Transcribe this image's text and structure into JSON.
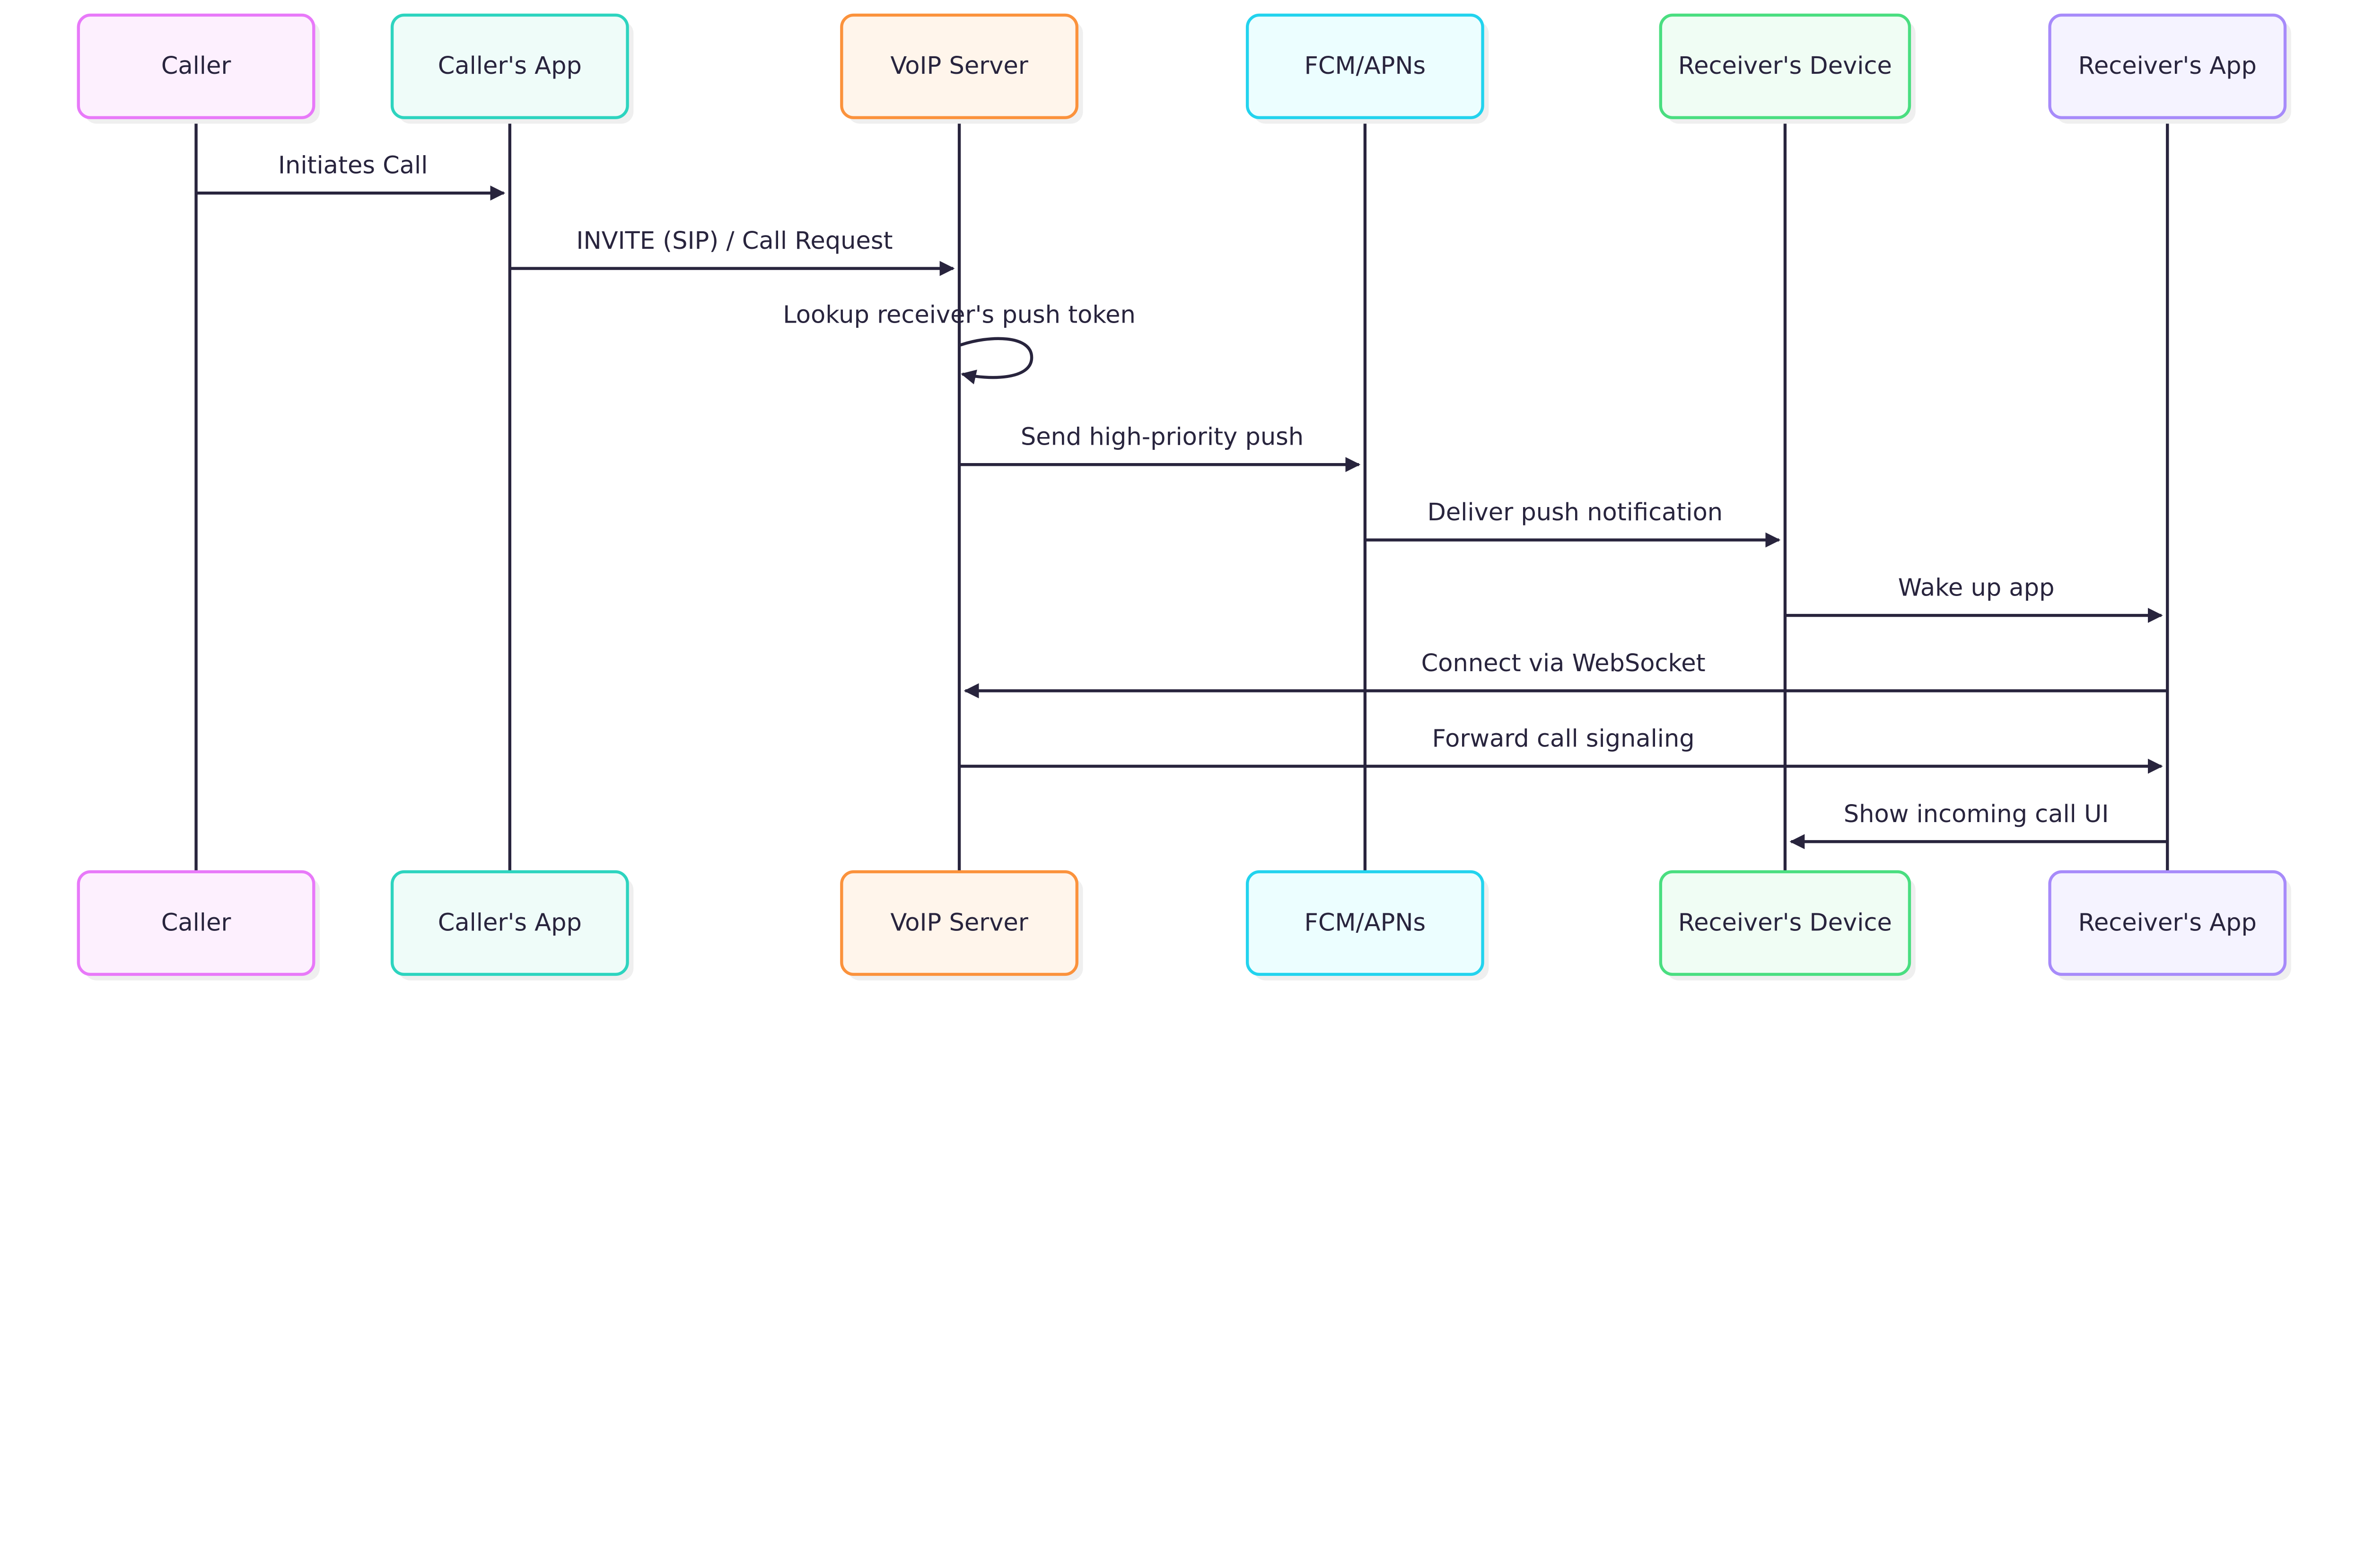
{
  "line_color": "#28243d",
  "participants": [
    {
      "label": "Caller",
      "border": "#e879f9",
      "fill": "#fdf0fe"
    },
    {
      "label": "Caller's App",
      "border": "#2dd4bf",
      "fill": "#effcf9"
    },
    {
      "label": "VoIP Server",
      "border": "#fb923c",
      "fill": "#fff5eb"
    },
    {
      "label": "FCM/APNs",
      "border": "#22d3ee",
      "fill": "#ecfeff"
    },
    {
      "label": "Receiver's Device",
      "border": "#4ade80",
      "fill": "#f0fdf4"
    },
    {
      "label": "Receiver's App",
      "border": "#a78bfa",
      "fill": "#f5f3ff"
    }
  ],
  "messages": [
    {
      "from": 0,
      "to": 1,
      "label": "Initiates Call"
    },
    {
      "from": 1,
      "to": 2,
      "label": "INVITE (SIP) / Call Request"
    },
    {
      "from": 2,
      "to": 2,
      "label": "Lookup receiver's push token"
    },
    {
      "from": 2,
      "to": 3,
      "label": "Send high-priority push"
    },
    {
      "from": 3,
      "to": 4,
      "label": "Deliver push notification"
    },
    {
      "from": 4,
      "to": 5,
      "label": "Wake up app"
    },
    {
      "from": 5,
      "to": 2,
      "label": "Connect via WebSocket"
    },
    {
      "from": 2,
      "to": 5,
      "label": "Forward call signaling"
    },
    {
      "from": 5,
      "to": 4,
      "label": "Show incoming call UI"
    }
  ]
}
